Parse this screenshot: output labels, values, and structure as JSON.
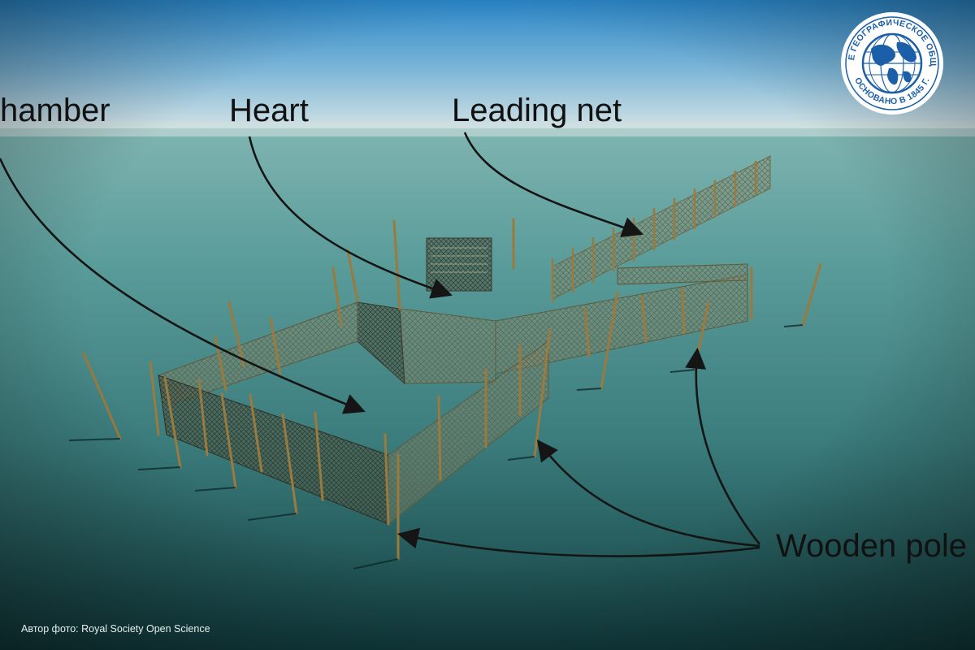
{
  "labels": {
    "chamber": "hamber",
    "heart": "Heart",
    "leading_net": "Leading net",
    "wooden_poles": "Wooden pole"
  },
  "logo": {
    "top_text": "РУССКОЕ ГЕОГРАФИЧЕСКОЕ ОБЩЕСТВО",
    "bottom_text": "ОСНОВАНО В 1845 Г."
  },
  "credit": "Автор фото: Royal Society Open Science",
  "colors": {
    "sky_top": "#2a86c8",
    "sky_horizon": "#c8dcdf",
    "water_far": "#6aa7a5",
    "water_near": "#134244",
    "net": "#8a8663",
    "pole": "#9a7a3e",
    "arrow": "#151515"
  }
}
